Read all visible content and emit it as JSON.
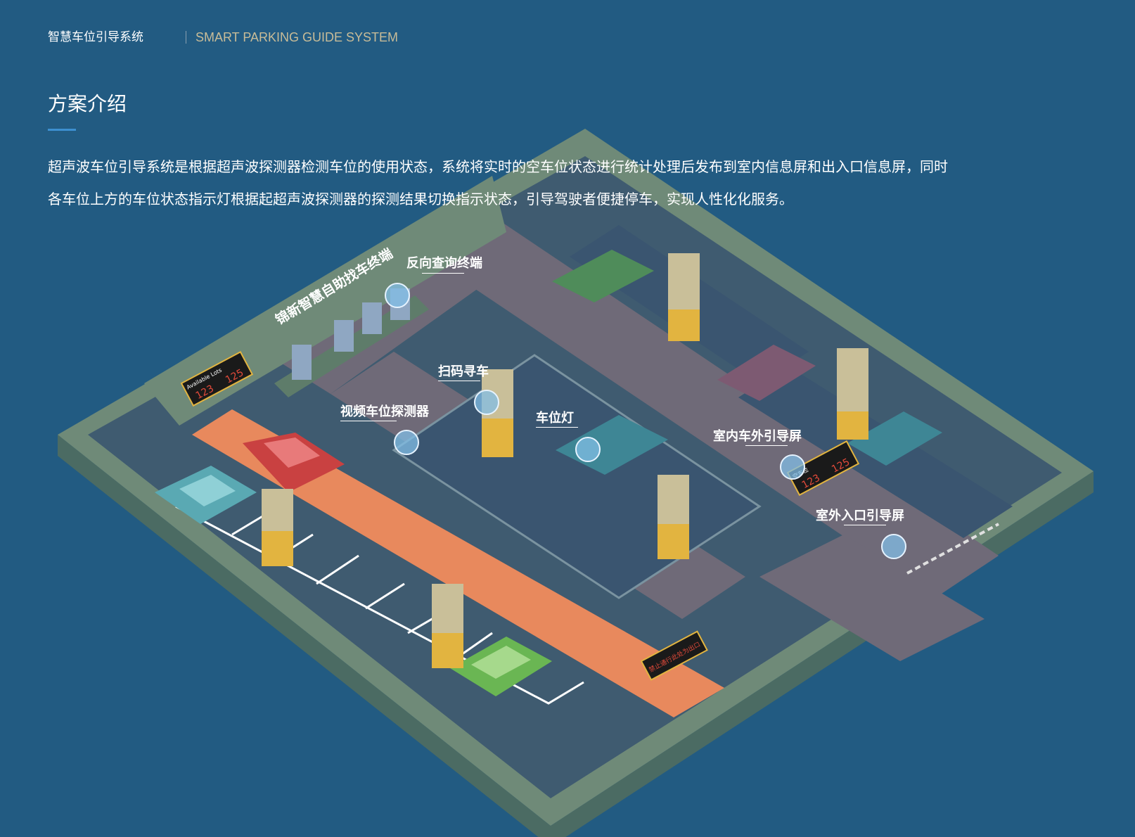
{
  "header": {
    "brand_cn": "智慧车位引导系统",
    "brand_en": "SMART PARKING GUIDE SYSTEM"
  },
  "section": {
    "title": "方案介绍",
    "paragraph": [
      "超声波车位引导系统是根据超声波探测器检测车位的使用状态，系统将实时的空车位状态进行统计处理后发布到室内信息屏和出入口信息屏，同时",
      "各车位上方的车位状态指示灯根据起超声波探测器的探测结果切换指示状态，引导驾驶者便捷停车，实现人性化化服务。"
    ]
  },
  "scene": {
    "wall_text": "锦新智慧自助找车终端",
    "labels": {
      "reverse_query": "反向查询终端",
      "scan_code": "扫码寻车",
      "video_detector": "视频车位探测器",
      "space_light": "车位灯",
      "indoor_guide": "室内车外引导屏",
      "outdoor_guide": "室外入口引导屏"
    },
    "signs": {
      "available_cn": "空车位",
      "available_en": "Available Lots",
      "count_a": "123",
      "count_b": "125",
      "exit_notice": "禁止通行此处为出口"
    }
  },
  "colors": {
    "background": "#225b82",
    "orange_lane": "#e8895d",
    "wall": "#6f8a78",
    "floor": "#3f5b70",
    "drive": "#6f6a78"
  }
}
